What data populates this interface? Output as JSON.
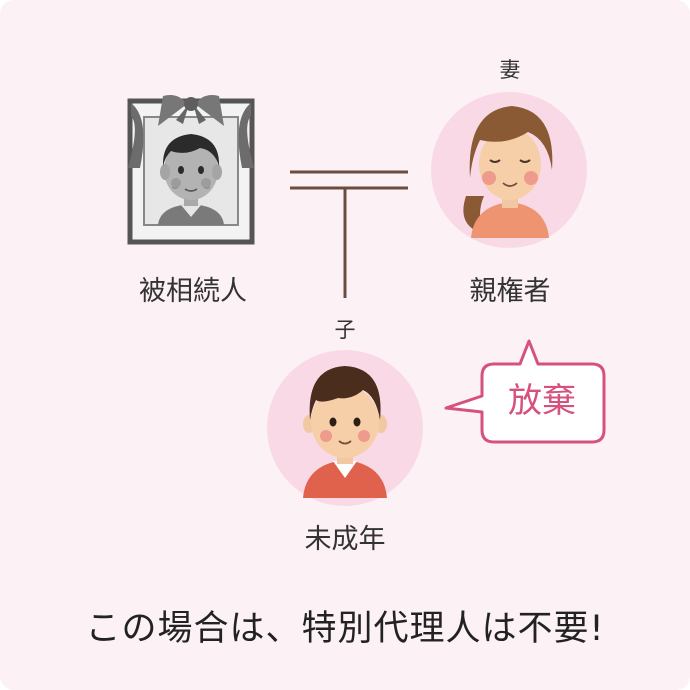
{
  "figure": {
    "deceased": {
      "label": "被相続人",
      "icon": "deceased-portrait-icon"
    },
    "spouse": {
      "role": "妻",
      "label": "親権者",
      "icon": "woman-avatar-icon"
    },
    "child": {
      "role": "子",
      "label": "未成年",
      "icon": "boy-avatar-icon"
    },
    "speech_bubble": {
      "text": "放棄",
      "color": "#d6527e"
    },
    "caption": "この場合は、特別代理人は不要!",
    "colors": {
      "background": "#fcf1f5",
      "circle": "#f9d9e5",
      "line": "#6b4d3f",
      "bubble_border": "#d6527e"
    }
  }
}
